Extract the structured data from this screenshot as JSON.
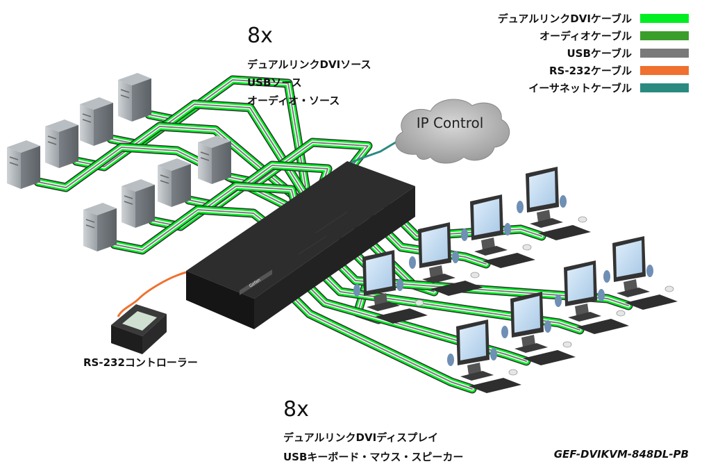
{
  "legend": [
    {
      "label": "デュアルリンクDVIケーブル",
      "color": "#00ee22"
    },
    {
      "label": "オーディオケーブル",
      "color": "#3a9e2a"
    },
    {
      "label": "USBケーブル",
      "color": "#7a7a7a"
    },
    {
      "label": "RS-232ケーブル",
      "color": "#f07030"
    },
    {
      "label": "イーサネットケーブル",
      "color": "#2a8a80"
    }
  ],
  "sources": {
    "count": "8x",
    "lines": [
      "デュアルリンクDVIソース",
      "USBソース",
      "オーディオ・ソース"
    ]
  },
  "cloud_label": "IP Control",
  "device_badge": "Gefen",
  "controller_label": "RS-232コントローラー",
  "displays": {
    "count": "8x",
    "lines": [
      "デュアルリンクDVIディスプレイ",
      "USBキーボード・マウス・スピーカー"
    ]
  },
  "model": "GEF-DVIKVM-848DL-PB"
}
